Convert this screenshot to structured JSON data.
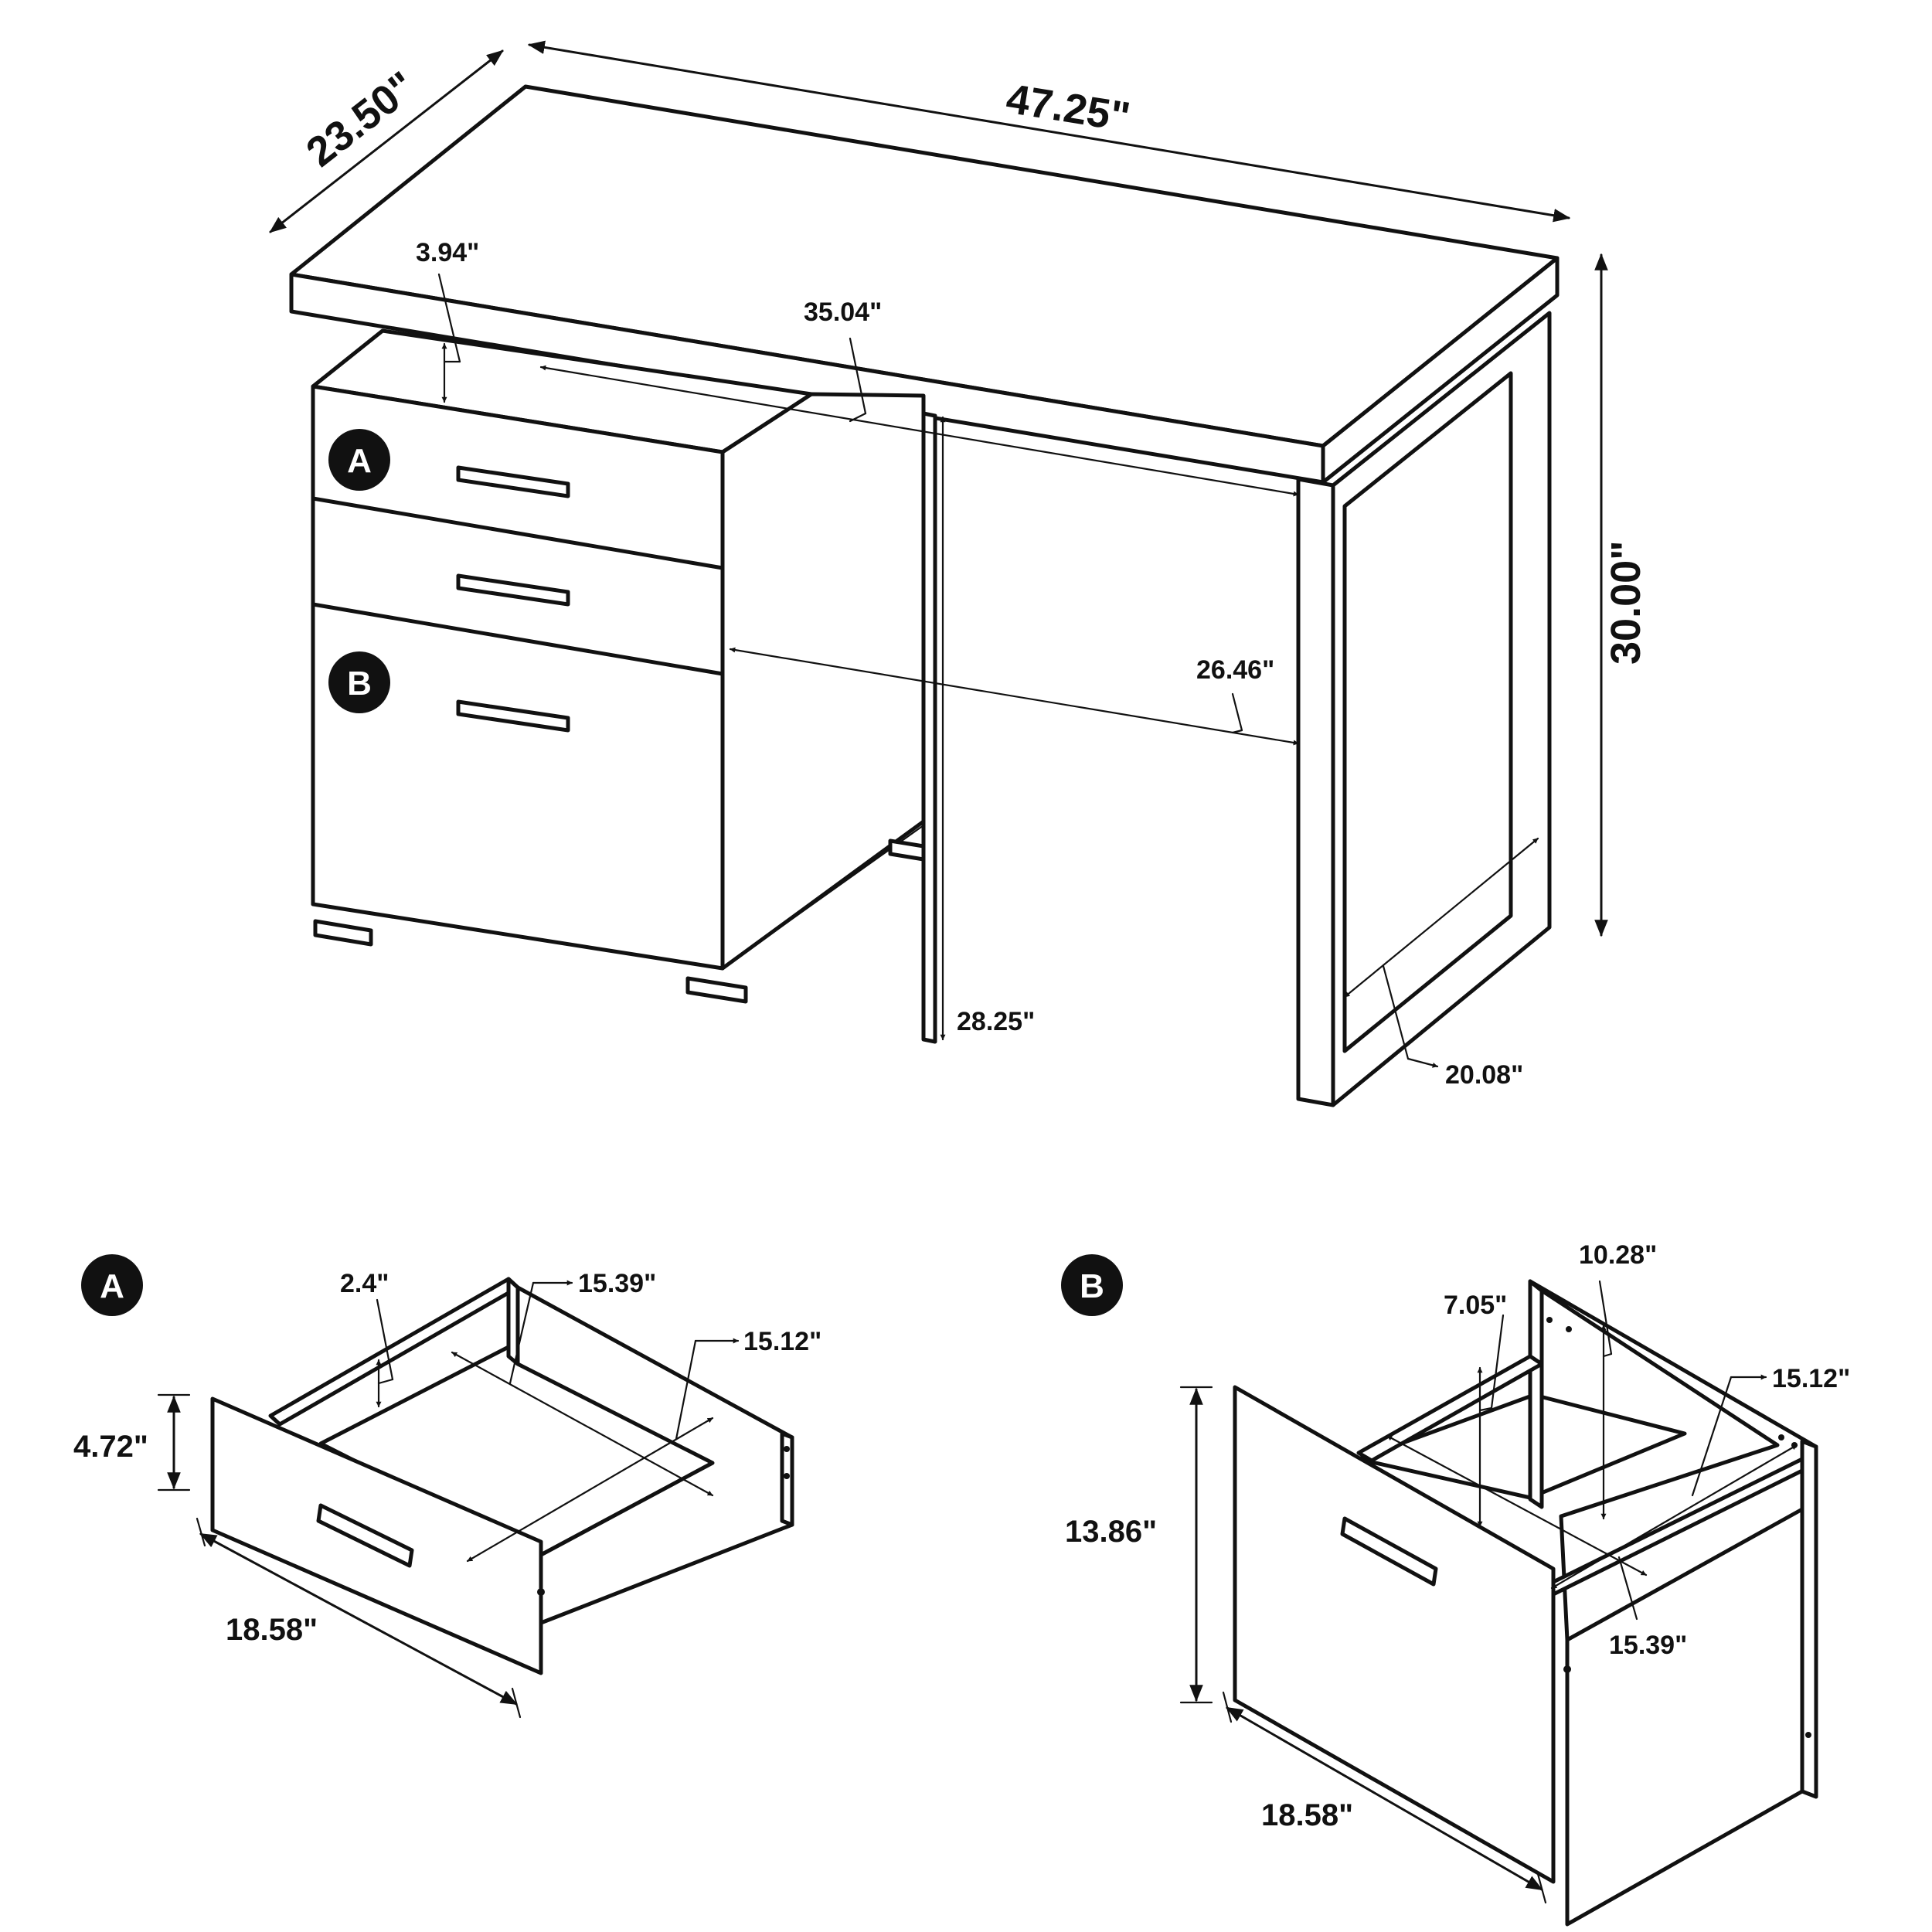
{
  "desk": {
    "width": "47.25\"",
    "depth": "23.50\"",
    "height": "30.00\"",
    "top_thickness": "3.94\"",
    "inner_width": "35.04\"",
    "knee_width": "26.46\"",
    "knee_height": "28.25\"",
    "leg_depth": "20.08\""
  },
  "badges": {
    "a": "A",
    "b": "B"
  },
  "drawer_a": {
    "height": "4.72\"",
    "inner_height": "2.4\"",
    "inner_depth": "15.39\"",
    "inner_width": "15.12\"",
    "front_width": "18.58\""
  },
  "drawer_b": {
    "height": "13.86\"",
    "inner_height": "7.05\"",
    "rail_height": "10.28\"",
    "inner_width": "15.12\"",
    "inner_depth": "15.39\"",
    "front_width": "18.58\""
  }
}
